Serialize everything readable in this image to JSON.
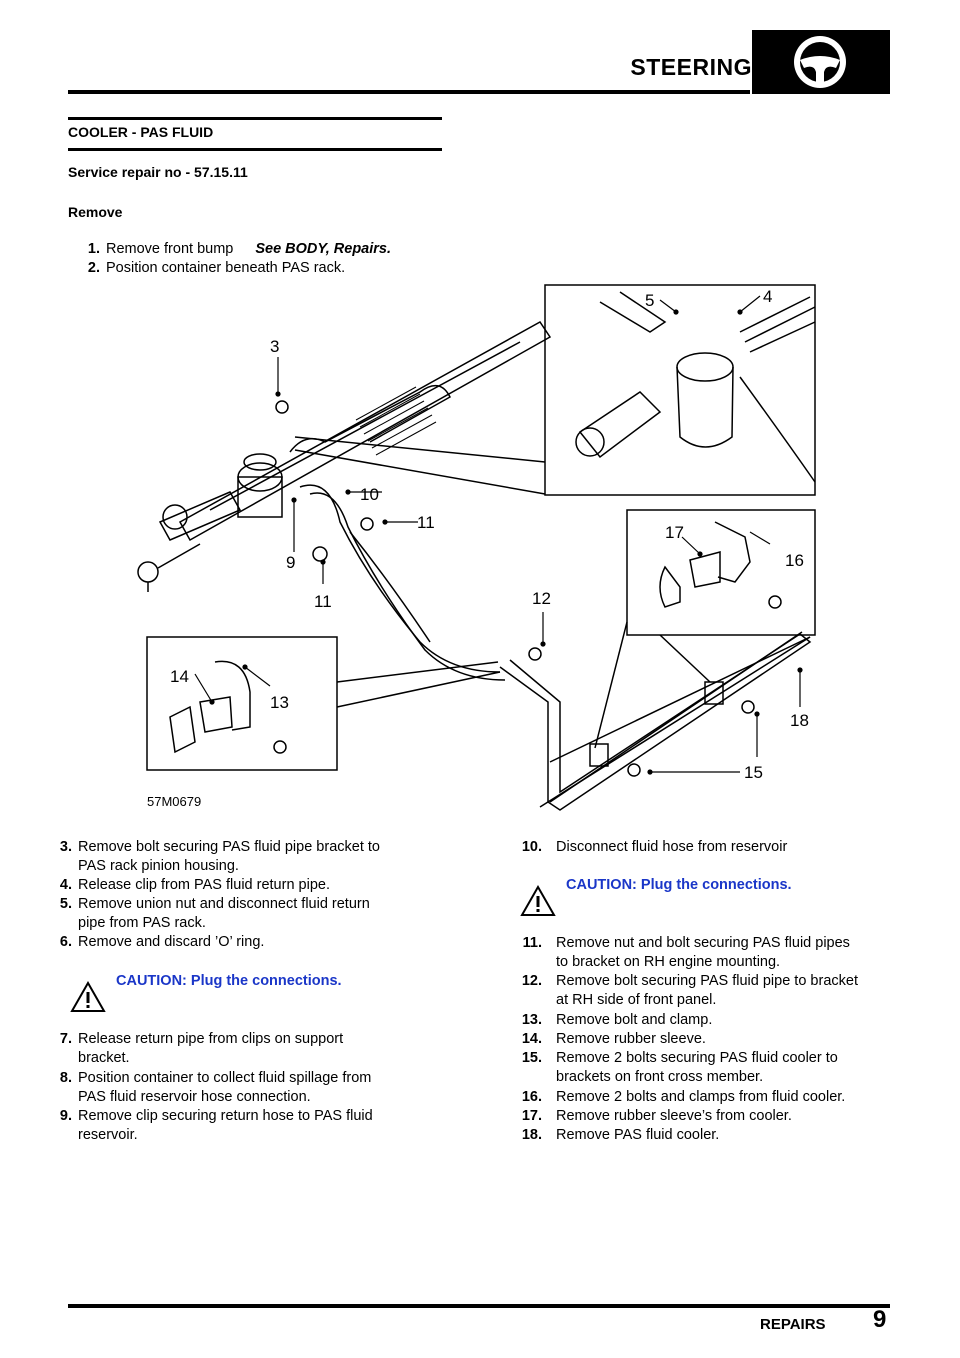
{
  "header": {
    "title": "STEERING",
    "icon": "steering-wheel-icon"
  },
  "section": {
    "title": "COOLER - PAS FLUID",
    "service_repair": "Service repair no - 57.15.11",
    "remove_heading": "Remove"
  },
  "initial_steps": [
    {
      "num": "1.",
      "text": "Remove front bump",
      "ref": "See  BODY, Repairs."
    },
    {
      "num": "2.",
      "text": "Position container beneath PAS rack."
    }
  ],
  "figure": {
    "code": "57M0679",
    "callouts": [
      "3",
      "4",
      "5",
      "9",
      "10",
      "11",
      "11",
      "12",
      "13",
      "14",
      "15",
      "16",
      "17",
      "18"
    ]
  },
  "left_steps_a": [
    {
      "num": "3.",
      "lines": [
        "Remove bolt securing PAS fluid pipe bracket to",
        "PAS rack pinion housing."
      ]
    },
    {
      "num": "4.",
      "lines": [
        "Release clip from PAS fluid return pipe."
      ]
    },
    {
      "num": "5.",
      "lines": [
        "Remove union nut and disconnect fluid return",
        "pipe from PAS rack."
      ]
    },
    {
      "num": "6.",
      "lines": [
        "Remove and discard ’O’ ring."
      ]
    }
  ],
  "caution_text": "CAUTION: Plug the connections.",
  "left_steps_b": [
    {
      "num": "7.",
      "lines": [
        "Release return pipe from clips on support",
        "bracket."
      ]
    },
    {
      "num": "8.",
      "lines": [
        "Position container to collect fluid spillage from",
        "PAS fluid reservoir hose connection."
      ]
    },
    {
      "num": "9.",
      "lines": [
        "Remove clip securing return hose to PAS fluid",
        "reservoir."
      ]
    }
  ],
  "right_steps_a": [
    {
      "num": "10.",
      "lines": [
        "Disconnect fluid hose from reservoir"
      ]
    }
  ],
  "right_steps_b": [
    {
      "num": "11.",
      "lines": [
        "Remove nut and bolt securing PAS fluid pipes",
        "to bracket on RH engine mounting."
      ]
    },
    {
      "num": "12.",
      "lines": [
        "Remove bolt securing PAS fluid pipe to bracket",
        "at RH side of front panel."
      ]
    },
    {
      "num": "13.",
      "lines": [
        "Remove bolt and clamp."
      ]
    },
    {
      "num": "14.",
      "lines": [
        "Remove rubber sleeve."
      ]
    },
    {
      "num": "15.",
      "lines": [
        "Remove 2 bolts securing PAS fluid cooler to",
        "brackets on front cross member."
      ]
    },
    {
      "num": "16.",
      "lines": [
        "Remove 2 bolts and clamps from fluid cooler."
      ]
    },
    {
      "num": "17.",
      "lines": [
        "Remove rubber sleeve’s from cooler."
      ]
    },
    {
      "num": "18.",
      "lines": [
        "Remove PAS fluid cooler."
      ]
    }
  ],
  "footer": {
    "label": "REPAIRS",
    "page": "9"
  }
}
